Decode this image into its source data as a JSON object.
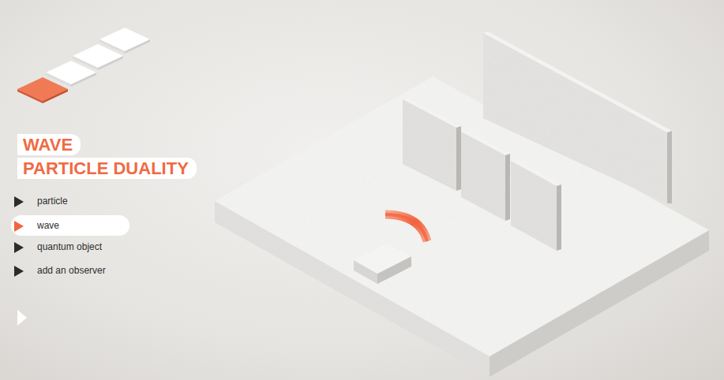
{
  "diagram": {
    "title": "WAVE PARTICLE DUALITY",
    "labels": [
      "particle",
      "wave",
      "quantum object",
      "add an observer"
    ]
  }
}
